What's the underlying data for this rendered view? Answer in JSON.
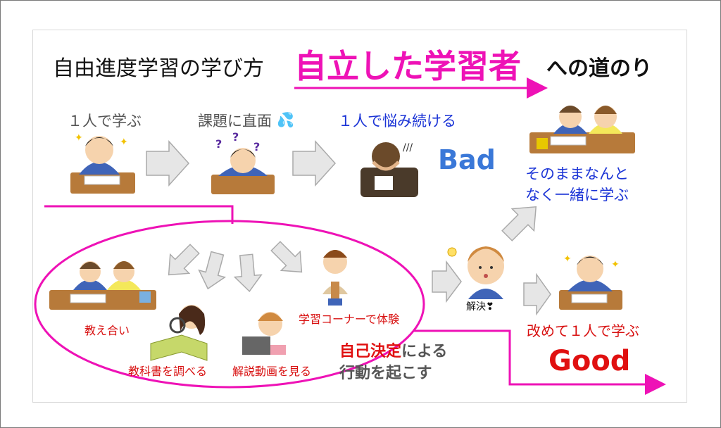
{
  "title": {
    "prefix": "自由進度学習の学び方",
    "highlight": "自立した学習者",
    "suffix": "への道のり"
  },
  "steps": {
    "learn_alone": "１人で学ぶ",
    "face_problem": "課題に直面",
    "keep_struggling": "１人で悩み続ける",
    "bad": "Bad",
    "just_together": "そのままなんと\nなく一緒に学ぶ",
    "solved": "解決❣",
    "learn_alone_again": "改めて１人で学ぶ",
    "good": "Good"
  },
  "options": {
    "teach_each_other": "教え合い",
    "check_textbook": "教科書を調べる",
    "watch_video": "解説動画を見る",
    "corner_experience": "学習コーナーで体験"
  },
  "decision": {
    "highlight": "自己決定",
    "rest_line1": "による",
    "line2": "行動を起こす"
  },
  "colors": {
    "magenta": "#ee12b6",
    "blue_text": "#1b34d6",
    "red_text": "#d81010",
    "bad_blue": "#3a78d8",
    "arrow_gray": "#e6e6e6"
  }
}
